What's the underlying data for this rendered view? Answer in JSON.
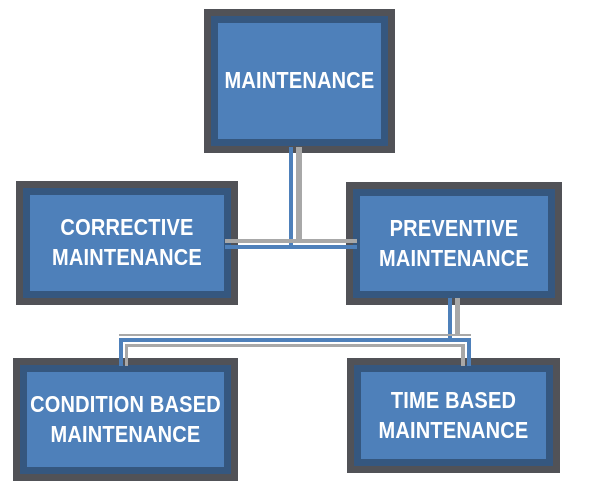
{
  "diagram": {
    "type": "flowchart",
    "background": "#ffffff",
    "colors": {
      "box_fill": "#4e80ba",
      "box_border": "#35577f",
      "frame": "#515257",
      "connector_blue": "#4e80ba",
      "connector_gray": "#a8a8a8",
      "text": "#ffffff"
    },
    "nodes": [
      {
        "id": "maintenance",
        "lines": [
          "MAINTENANCE"
        ]
      },
      {
        "id": "corrective-maintenance",
        "lines": [
          "CORRECTIVE",
          "MAINTENANCE"
        ]
      },
      {
        "id": "preventive-maintenance",
        "lines": [
          "PREVENTIVE",
          "MAINTENANCE"
        ]
      },
      {
        "id": "condition-based-maintenance",
        "lines": [
          "CONDITION BASED",
          "MAINTENANCE"
        ]
      },
      {
        "id": "time-based-maintenance",
        "lines": [
          "TIME BASED",
          "MAINTENANCE"
        ]
      }
    ],
    "edges": [
      {
        "from": "MAINTENANCE",
        "to": [
          "CORRECTIVE MAINTENANCE",
          "PREVENTIVE MAINTENANCE"
        ]
      },
      {
        "from": "PREVENTIVE MAINTENANCE",
        "to": [
          "CONDITION BASED MAINTENANCE",
          "TIME BASED MAINTENANCE"
        ]
      }
    ]
  }
}
